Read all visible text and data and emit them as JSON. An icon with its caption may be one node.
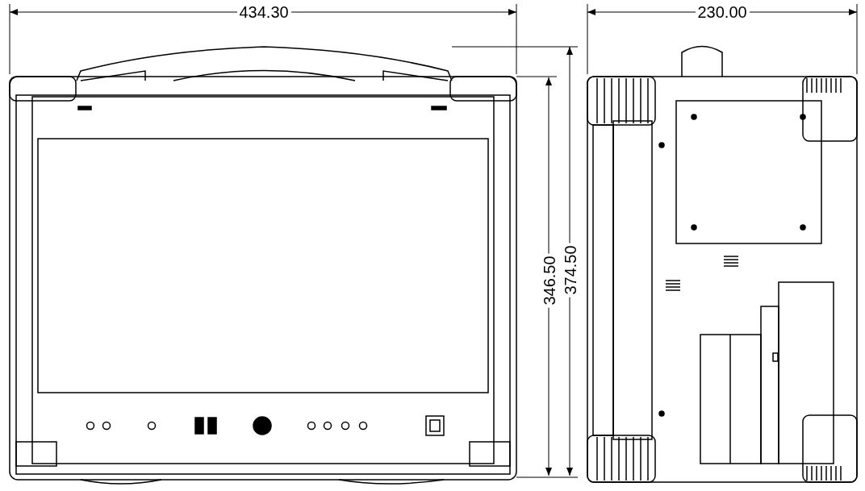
{
  "diagram": {
    "labels": [
      "434.30",
      "230.00",
      "346.50",
      "374.50"
    ]
  }
}
